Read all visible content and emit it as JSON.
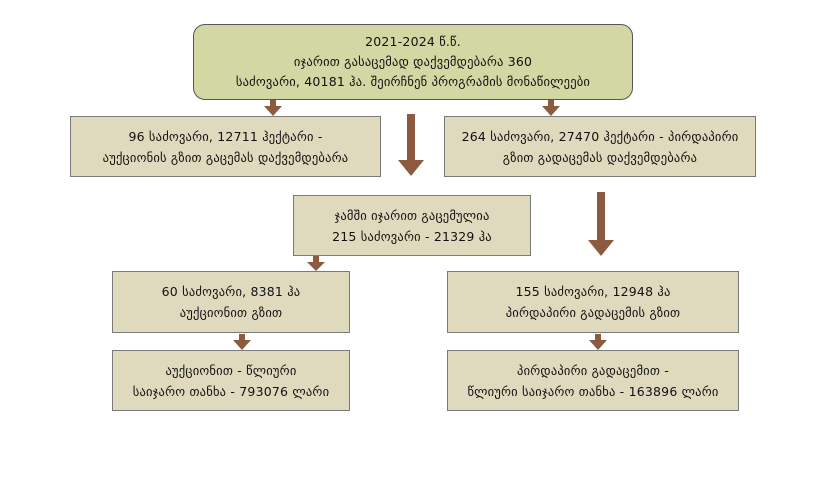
{
  "top_box": {
    "lines": [
      "2021-2024 წ.წ.",
      "იჯარით გასაცემად დაქვემდებარა 360",
      "საძოვარი, 40181 ჰა. შეირჩნენ პროგრამის  მონაწილეები"
    ]
  },
  "left_box": {
    "lines": [
      "96 საძოვარი, 12711 ჰექტარი -",
      "აუქციონის გზით გაცემას დაქვემდებარა"
    ]
  },
  "right_box": {
    "lines": [
      "264 საძოვარი, 27470 ჰექტარი - პირდაპირი",
      "გზით გადაცემას დაქვემდებარა"
    ]
  },
  "center_box": {
    "lines": [
      "ჯამში იჯარით გაცემულია",
      "215 საძოვარი - 21329 ჰა"
    ]
  },
  "auction_box": {
    "lines": [
      "60 საძოვარი, 8381 ჰა",
      "აუქციონით გზით"
    ]
  },
  "direct_box": {
    "lines": [
      "155 საძოვარი, 12948 ჰა",
      "პირდაპირი გადაცემის გზით"
    ]
  },
  "auction_rent_box": {
    "lines": [
      "აუქციონით -  წლიური",
      "საიჯარო თანხა - 793076 ლარი"
    ]
  },
  "direct_rent_box": {
    "lines": [
      "პირდაპირი გადაცემით  -",
      "წლიური საიჯარო თანხა - 163896 ლარი"
    ]
  },
  "colors": {
    "top_fill": "#d3d7a3",
    "box_fill": "#dfd9bd",
    "arrow": "#8c5b3f",
    "border": "#7a7a7a"
  }
}
